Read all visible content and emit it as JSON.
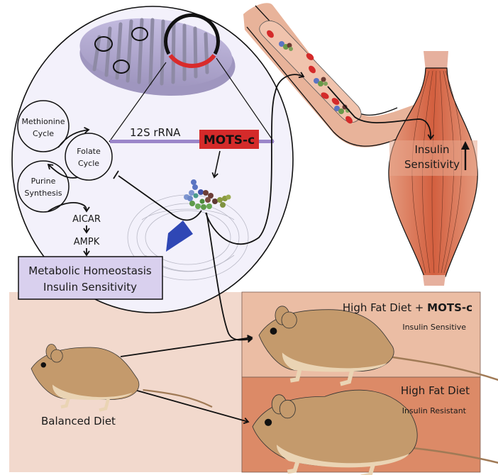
{
  "colors": {
    "cell_fill": "#f3f1fb",
    "mito_fill": "#b7aed3",
    "mito_cristae": "#8e8aa5",
    "mtdna_red": "#d92b2b",
    "rrna_bar": "#9b86c9",
    "mots_box": "#d42a2a",
    "metabolic_box": "#d9d0ee",
    "vessel": "#e8b39a",
    "rbc": "#d42a2a",
    "muscle": "#d4684a",
    "tendon": "#e6b09e",
    "panel_balanced": "#f2d9cd",
    "panel_sensitive": "#ebbda4",
    "panel_resistant": "#dc8a67",
    "mouse_body": "#c49a6c",
    "mouse_belly": "#ead4b4",
    "receptor_blue": "#2f47b5"
  },
  "cell": {
    "cycles": {
      "methionine": [
        "Methionine",
        "Cycle"
      ],
      "folate": [
        "Folate",
        "Cycle"
      ],
      "purine": [
        "Purine",
        "Synthesis"
      ]
    },
    "rrna_label": "12S rRNA",
    "mots_label": "MOTS-c",
    "aicar": "AICAR",
    "ampk": "AMPK",
    "metabolic_box": {
      "line1": "Metabolic Homeostasis",
      "line2": "Insulin Sensitivity"
    }
  },
  "muscle": {
    "label_line1": "Insulin",
    "label_line2": "Sensitivity",
    "arrow": "up"
  },
  "panels": {
    "balanced": {
      "label": "Balanced Diet"
    },
    "sensitive": {
      "title_prefix": "High Fat Diet + ",
      "title_bold": "MOTS-c",
      "subtitle": "Insulin Sensitive"
    },
    "resistant": {
      "title": "High Fat Diet",
      "subtitle": "Insulin Resistant"
    }
  }
}
